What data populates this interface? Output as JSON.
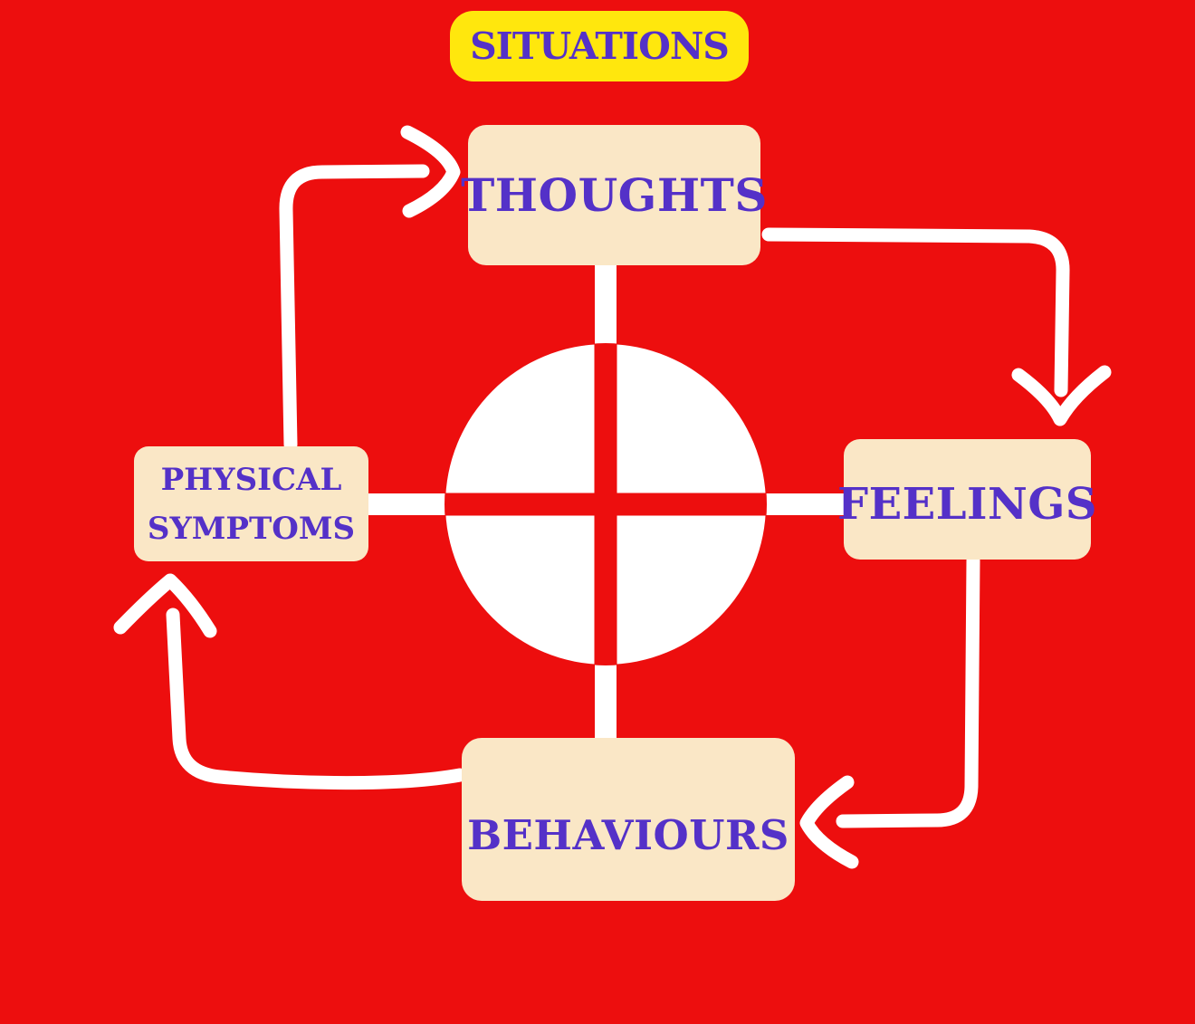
{
  "colors": {
    "background": "#ED0E0E",
    "node_fill": "#FAE7C6",
    "label_text": "#5431C8",
    "situations_fill": "#FFE70D",
    "connector": "#FFFFFF"
  },
  "diagram": {
    "type": "cbt-cycle",
    "title": "SITUATIONS",
    "nodes": {
      "situations": {
        "label": "SITUATIONS"
      },
      "thoughts": {
        "label": "THOUGHTS"
      },
      "feelings": {
        "label": "FEELINGS"
      },
      "behaviours": {
        "label": "BEHAVIOURS"
      },
      "physical_symptoms": {
        "line1": "PHYSICAL",
        "line2": "SYMPTOMS"
      }
    },
    "edges": [
      {
        "from": "PHYSICAL SYMPTOMS",
        "to": "THOUGHTS"
      },
      {
        "from": "THOUGHTS",
        "to": "FEELINGS"
      },
      {
        "from": "FEELINGS",
        "to": "BEHAVIOURS"
      },
      {
        "from": "BEHAVIOURS",
        "to": "PHYSICAL SYMPTOMS"
      }
    ],
    "hub": {
      "shape": "white-circle-with-red-cross",
      "connects": [
        "THOUGHTS",
        "FEELINGS",
        "BEHAVIOURS",
        "PHYSICAL SYMPTOMS"
      ]
    }
  }
}
